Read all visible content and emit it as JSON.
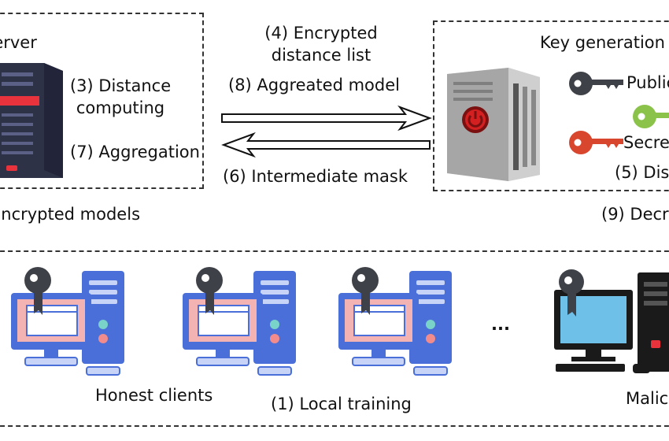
{
  "server": {
    "title": "Server",
    "distance_computing": [
      "(3) Distance",
      "computing"
    ],
    "aggregation": "(7) Aggregation"
  },
  "arrows": {
    "encrypted_distance_list": [
      "(4) Encrypted",
      "distance list"
    ],
    "aggregated_model": "(8) Aggreated model",
    "intermediate_mask": "(6) Intermediate mask"
  },
  "keygen": {
    "title": "Key generation",
    "public_label": "Public",
    "secret_label": "Secret",
    "distribute_label": "(5) Dis"
  },
  "flows": {
    "encrypted_models": "Encrypted models",
    "decrypt": "(9) Decr"
  },
  "clients": {
    "honest_label": "Honest clients",
    "local_training": "(1) Local training",
    "ellipsis": "...",
    "malicious_label": "Malic"
  },
  "colors": {
    "server_dark": "#2e3246",
    "server_red": "#e8323c",
    "tower_gray": "#a6a6a6",
    "key_dark": "#3f4148",
    "key_green": "#8bc34a",
    "key_red": "#d9462e",
    "client_blue": "#4a6fd8",
    "client_pink": "#f4b3b3",
    "mal_screen": "#6fc0e8"
  }
}
